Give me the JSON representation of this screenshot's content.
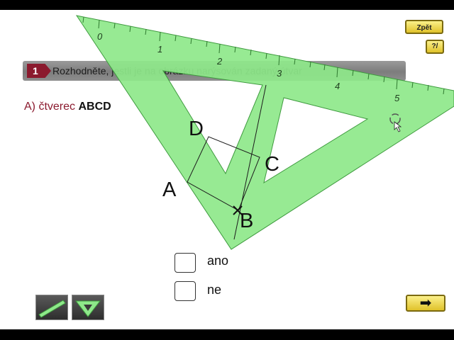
{
  "question": {
    "number": "1",
    "text": "Rozhodněte, jestli je na obrázku narýsován zadaný útvar",
    "sub_prefix": "A) čtverec ",
    "sub_object": "ABCD"
  },
  "buttons": {
    "back": "Zpět",
    "help": "?/"
  },
  "drawing": {
    "labels": {
      "A": "A",
      "B": "B",
      "C": "C",
      "D": "D"
    },
    "ruler_numbers": [
      "0",
      "1",
      "2",
      "3",
      "4",
      "5"
    ]
  },
  "answers": [
    {
      "label": "ano"
    },
    {
      "label": "ne"
    }
  ],
  "colors": {
    "triangle_fill": "#8ee88a",
    "accent": "#8b1a2e",
    "button_yellow": "#f2dc4a"
  }
}
